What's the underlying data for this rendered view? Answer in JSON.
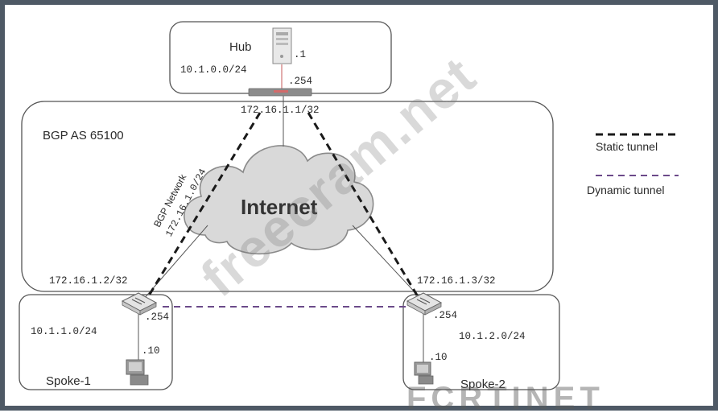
{
  "hub": {
    "name": "Hub",
    "subnet": "10.1.0.0/24",
    "host_ip": ".1",
    "gw_ip": ".254",
    "wan_ip": "172.16.1.1/32"
  },
  "as_label": "BGP AS 65100",
  "internet_label": "Internet",
  "bgp_network": {
    "title": "BGP Network",
    "subnet": "172.16.1.0/24"
  },
  "spoke1": {
    "name": "Spoke-1",
    "subnet": "10.1.1.0/24",
    "host_ip": ".10",
    "gw_ip": ".254",
    "wan_ip": "172.16.1.2/32"
  },
  "spoke2": {
    "name": "Spoke-2",
    "subnet": "10.1.2.0/24",
    "host_ip": ".10",
    "gw_ip": ".254",
    "wan_ip": "172.16.1.3/32"
  },
  "legend": {
    "static": "Static tunnel",
    "dynamic": "Dynamic tunnel"
  },
  "colors": {
    "static_tunnel": "#1a1a1a",
    "dynamic_tunnel": "#6b4a8a",
    "frame": "#4e5965",
    "cloud": "#d9d9d9"
  },
  "watermark": "freecram.net",
  "logo": "FCRTINET"
}
